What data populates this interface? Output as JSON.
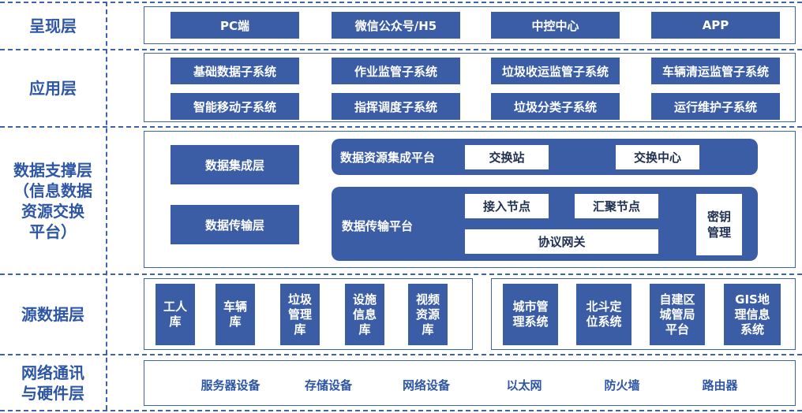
{
  "layers": {
    "presentation": {
      "label": "呈现层",
      "items": [
        "PC端",
        "微信公众号/H5",
        "中控中心",
        "APP"
      ]
    },
    "application": {
      "label": "应用层",
      "items": [
        "基础数据子系统",
        "作业监管子系统",
        "垃圾收运监管子系统",
        "车辆清运监管子系统",
        "智能移动子系统",
        "指挥调度子系统",
        "垃圾分类子系统",
        "运行维护子系统"
      ]
    },
    "support": {
      "label_lines": [
        "数据支撑层",
        "（信息数据",
        "资源交换",
        "平台）"
      ],
      "integration_layer": "数据集成层",
      "transmission_layer": "数据传输层",
      "integration_platform": {
        "title": "数据资源集成平台",
        "items": [
          "交换站",
          "交换中心"
        ]
      },
      "transmission_platform": {
        "title": "数据传输平台",
        "access_node": "接入节点",
        "aggregation_node": "汇聚节点",
        "protocol_gateway": "协议网关",
        "key_management": [
          "密钥",
          "管理"
        ]
      }
    },
    "source": {
      "label": "源数据层",
      "left_items": [
        [
          "工人",
          "库"
        ],
        [
          "车辆",
          "库"
        ],
        [
          "垃圾",
          "管理",
          "库"
        ],
        [
          "设施",
          "信息",
          "库"
        ],
        [
          "视频",
          "资源",
          "库"
        ]
      ],
      "right_items": [
        [
          "城市管",
          "理系统"
        ],
        [
          "北斗定",
          "位系统"
        ],
        [
          "自建区",
          "城管局",
          "平台"
        ],
        [
          "GIS地",
          "理信息",
          "系统"
        ]
      ]
    },
    "network": {
      "label_lines": [
        "网络通讯",
        "与硬件层"
      ],
      "items": [
        "服务器设备",
        "存储设备",
        "网络设备",
        "以太网",
        "防火墙",
        "路由器"
      ]
    }
  },
  "colors": {
    "box_fill": "#3a5da6",
    "label_text": "#2d56a5",
    "border": "#3d63a8"
  }
}
